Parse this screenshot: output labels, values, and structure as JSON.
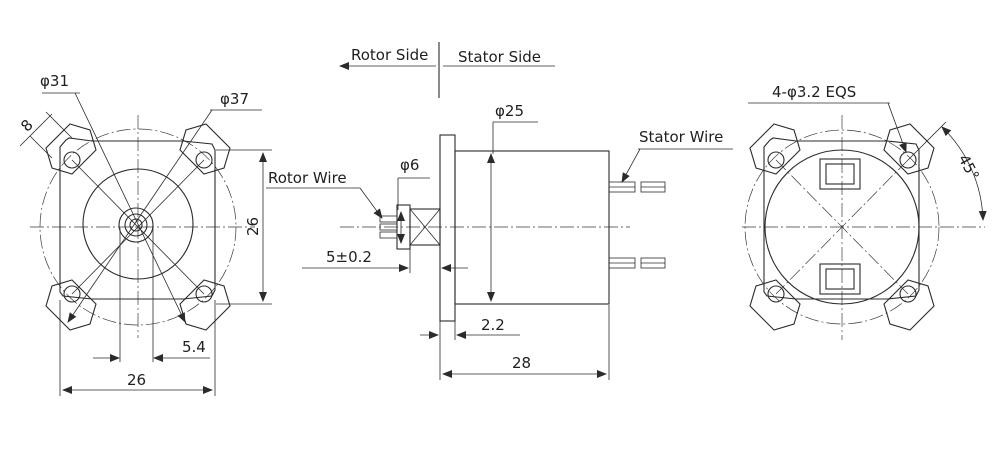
{
  "labels": {
    "rotor_side": "Rotor Side",
    "stator_side": "Stator Side",
    "phi31": "φ31",
    "phi37": "φ37",
    "eight": "8",
    "twenty_six_vertical": "26",
    "five_four": "5.4",
    "twenty_six_bottom": "26",
    "rotor_wire": "Rotor Wire",
    "phi6": "φ6",
    "five_pm": "5±0.2",
    "phi25": "φ25",
    "stator_wire": "Stator Wire",
    "two_two": "2.2",
    "twenty_eight": "28",
    "holes": "4-φ3.2 EQS",
    "angle": "45°"
  },
  "colors": {
    "line": "#2b2b2b",
    "background": "#ffffff"
  }
}
